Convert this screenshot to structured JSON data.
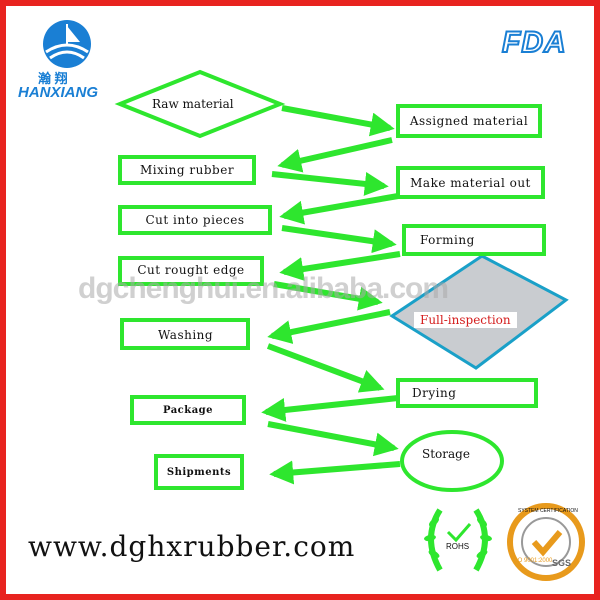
{
  "brand": {
    "logo_cn": "瀚 翔",
    "logo_en": "HANXIANG",
    "fda": "FDA",
    "watermark": "dgchenghui.en.alibaba.com",
    "website": "www.dghxrubber.com",
    "rohs": "ROHS",
    "sgs_top": "SYSTEM CERTIFICATION",
    "sgs_bottom": "ISO 9001:2000",
    "sgs_mark": "SGS"
  },
  "flow": {
    "raw_material": "Raw material",
    "assigned_material": "Assigned material",
    "mixing_rubber": "Mixing rubber",
    "make_material_out": "Make material out",
    "cut_into_pieces": "Cut into pieces",
    "forming": "Forming",
    "cut_rought_edge": "Cut rought edge",
    "full_inspection": "Full-inspection",
    "washing": "Washing",
    "drying": "Drying",
    "package": "Package",
    "storage": "Storage",
    "shipments": "Shipments"
  },
  "colors": {
    "border": "#e8231f",
    "box": "#2ee62e",
    "accent_blue": "#1a7fd4",
    "inspection_red": "#d41c1c"
  }
}
